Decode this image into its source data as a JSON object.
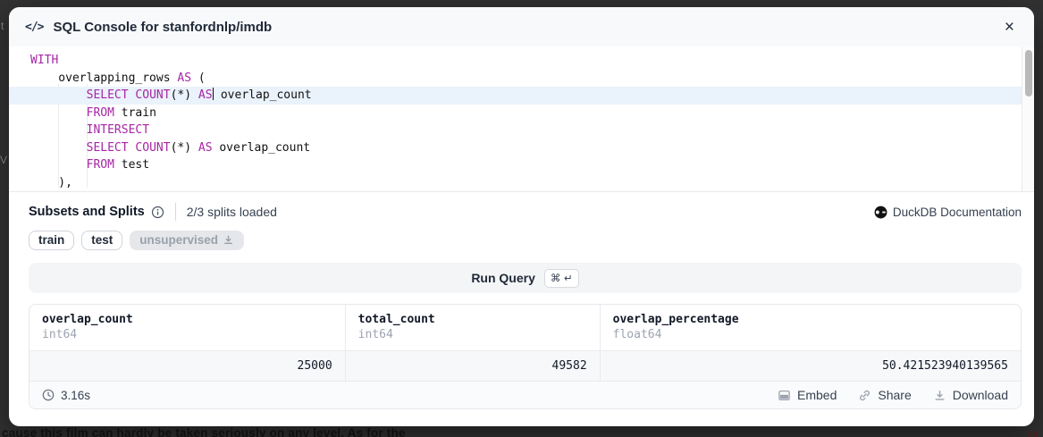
{
  "background": {
    "dimmed_text": "cause this film can hardly be taken seriously on any level. As for the",
    "fragment_left_top": "t",
    "fragment_left_mid": "V",
    "fragment_right": "ro"
  },
  "header": {
    "icon_label": "</>",
    "title": "SQL Console for stanfordnlp/imdb",
    "close_label": "×"
  },
  "editor": {
    "keyword_color": "#a626a4",
    "highlight_color": "#eaf2fb",
    "highlight_line_index": 2,
    "lines": [
      [
        {
          "t": "WITH",
          "s": "k"
        }
      ],
      [
        {
          "t": "    overlapping_rows ",
          "s": "p"
        },
        {
          "t": "AS",
          "s": "k"
        },
        {
          "t": " (",
          "s": "p"
        }
      ],
      [
        {
          "t": "        ",
          "s": "p"
        },
        {
          "t": "SELECT",
          "s": "k"
        },
        {
          "t": " ",
          "s": "p"
        },
        {
          "t": "COUNT",
          "s": "k"
        },
        {
          "t": "(*) ",
          "s": "p"
        },
        {
          "t": "AS",
          "s": "k"
        },
        {
          "t": "",
          "s": "cursor"
        },
        {
          "t": " overlap_count",
          "s": "p"
        }
      ],
      [
        {
          "t": "        ",
          "s": "p"
        },
        {
          "t": "FROM",
          "s": "k"
        },
        {
          "t": " train",
          "s": "p"
        }
      ],
      [
        {
          "t": "        ",
          "s": "p"
        },
        {
          "t": "INTERSECT",
          "s": "k"
        }
      ],
      [
        {
          "t": "        ",
          "s": "p"
        },
        {
          "t": "SELECT",
          "s": "k"
        },
        {
          "t": " ",
          "s": "p"
        },
        {
          "t": "COUNT",
          "s": "k"
        },
        {
          "t": "(*) ",
          "s": "p"
        },
        {
          "t": "AS",
          "s": "k"
        },
        {
          "t": " overlap_count",
          "s": "p"
        }
      ],
      [
        {
          "t": "        ",
          "s": "p"
        },
        {
          "t": "FROM",
          "s": "k"
        },
        {
          "t": " test",
          "s": "p"
        }
      ],
      [
        {
          "t": "    ),",
          "s": "p"
        }
      ]
    ]
  },
  "subsets": {
    "title": "Subsets and Splits",
    "status": "2/3 splits loaded",
    "doc_label": "DuckDB Documentation"
  },
  "splits": [
    {
      "label": "train",
      "loaded": true
    },
    {
      "label": "test",
      "loaded": true
    },
    {
      "label": "unsupervised",
      "loaded": false
    }
  ],
  "run_query": {
    "label": "Run Query",
    "shortcut": "⌘ ↵"
  },
  "results": {
    "columns": [
      {
        "name": "overlap_count",
        "type": "int64"
      },
      {
        "name": "total_count",
        "type": "int64"
      },
      {
        "name": "overlap_percentage",
        "type": "float64"
      }
    ],
    "rows": [
      [
        "25000",
        "49582",
        "50.421523940139565"
      ]
    ]
  },
  "footer": {
    "duration": "3.16s",
    "embed_label": "Embed",
    "share_label": "Share",
    "download_label": "Download"
  }
}
